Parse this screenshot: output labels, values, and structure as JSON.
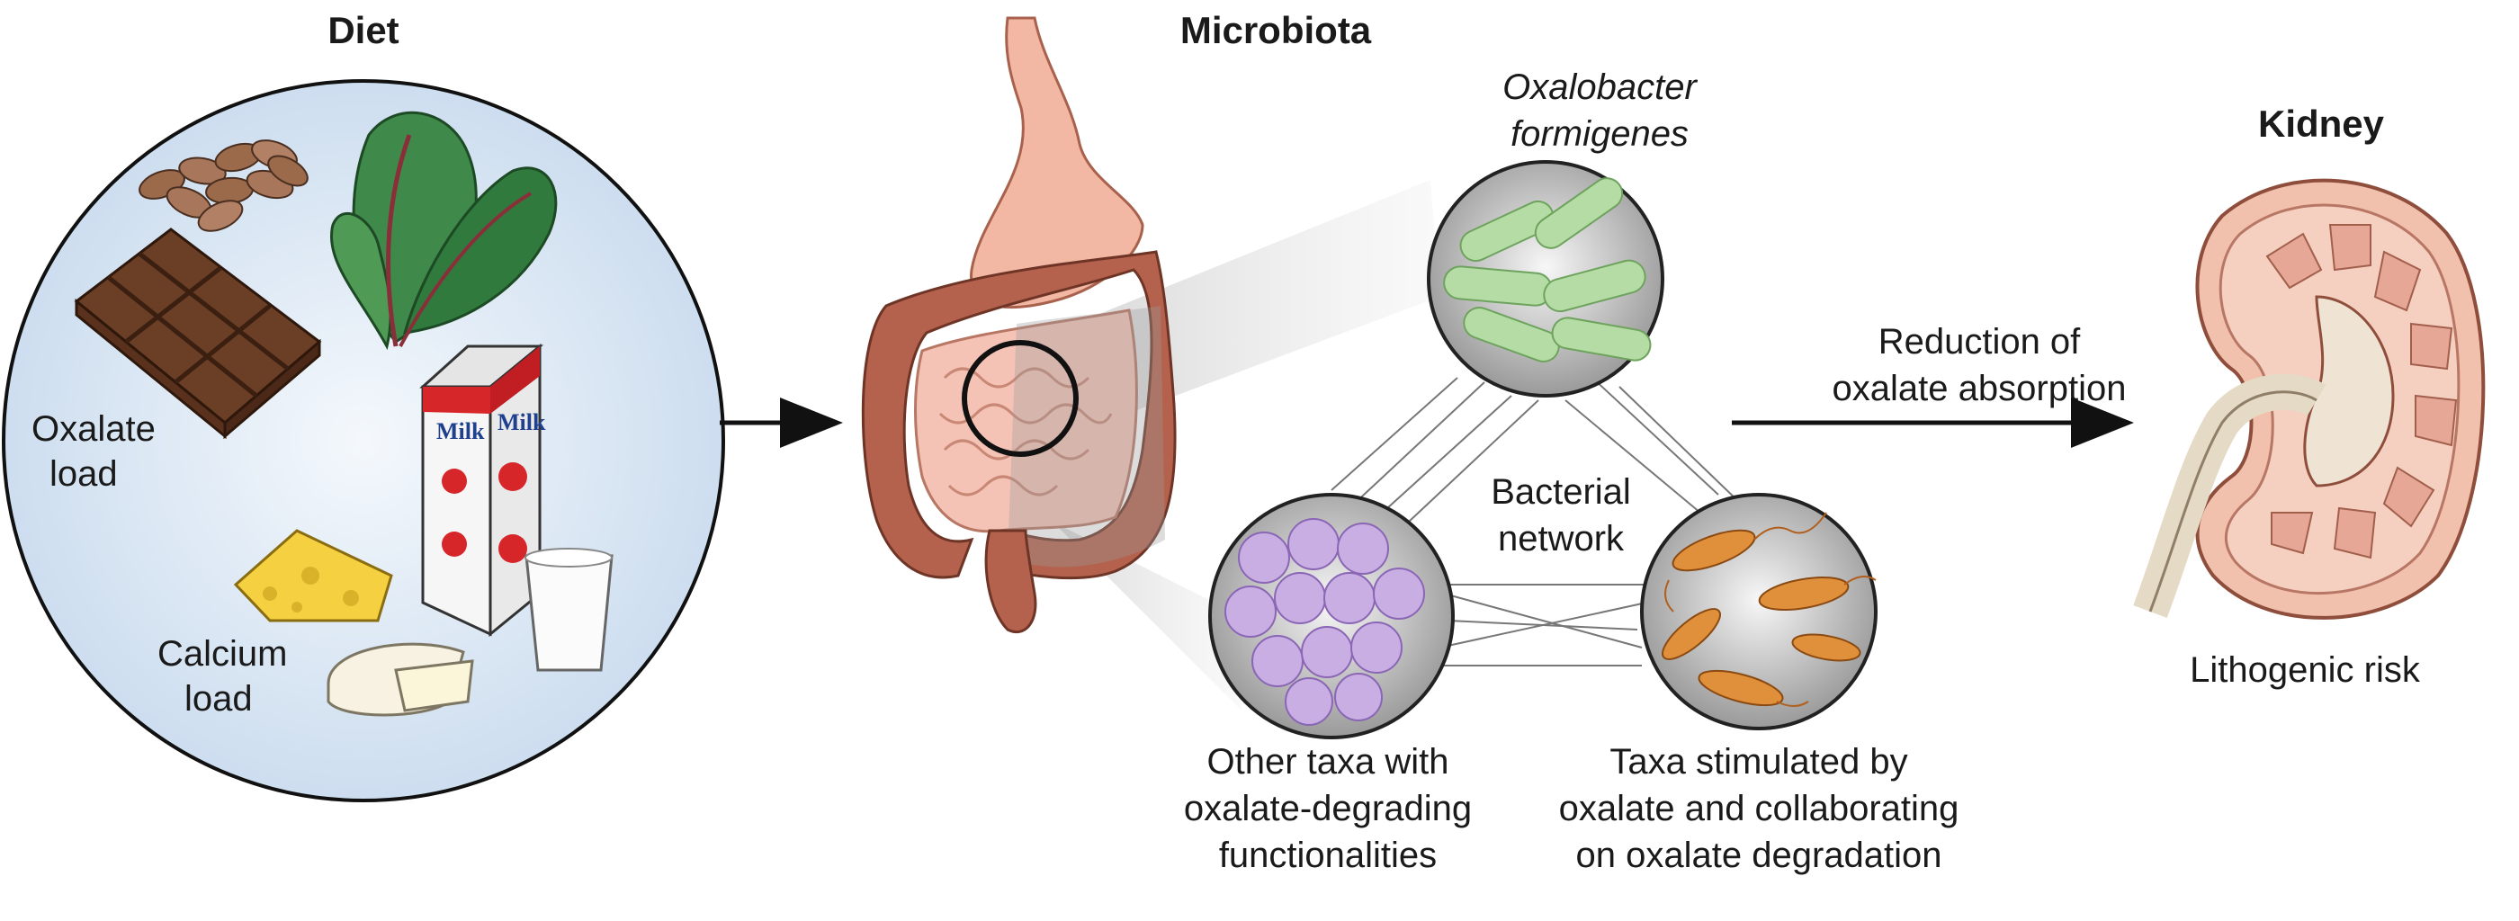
{
  "headings": {
    "diet": "Diet",
    "microbiota": "Microbiota",
    "kidney": "Kidney"
  },
  "diet": {
    "oxalate_load": [
      "Oxalate",
      "load"
    ],
    "calcium_load": [
      "Calcium",
      "load"
    ],
    "milk_label": "Milk"
  },
  "microbiota": {
    "oxalobacter": [
      "Oxalobacter",
      "formigenes"
    ],
    "bacterial_network": [
      "Bacterial",
      "network"
    ],
    "other_taxa": [
      "Other taxa with",
      "oxalate-degrading",
      "functionalities"
    ],
    "stimulated_taxa": [
      "Taxa stimulated by",
      "oxalate and collaborating",
      "on oxalate degradation"
    ]
  },
  "arrow_label": [
    "Reduction of",
    "oxalate absorption"
  ],
  "kidney": {
    "risk_label": "Lithogenic risk"
  },
  "colors": {
    "diet_circle_fill": "#dfe9f5",
    "gut_pink": "#f2b9a8",
    "colon": "#b4624d",
    "oxalobacter_green": "#9ccf8a",
    "other_taxa_purple": "#c3a7e0",
    "stimulated_orange": "#d9822b",
    "kidney_fill": "#f4c7b3"
  },
  "icons": [
    "almonds-icon",
    "spinach-icon",
    "chocolate-icon",
    "milk-carton-icon",
    "cheese-icon",
    "glass-of-milk-icon",
    "brie-icon",
    "digestive-tract-icon",
    "kidney-icon"
  ]
}
